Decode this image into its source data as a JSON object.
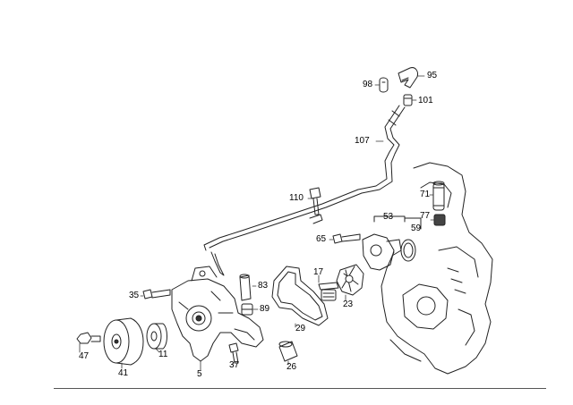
{
  "callouts": {
    "c98": "98",
    "c95": "95",
    "c101": "101",
    "c107": "107",
    "c71": "71",
    "c77": "77",
    "c110": "110",
    "c53": "53",
    "c59": "59",
    "c65": "65",
    "c17": "17",
    "c83": "83",
    "c35": "35",
    "c89": "89",
    "c23": "23",
    "c29": "29",
    "c47": "47",
    "c11": "11",
    "c37": "37",
    "c26": "26",
    "c41": "41",
    "c5": "5"
  }
}
